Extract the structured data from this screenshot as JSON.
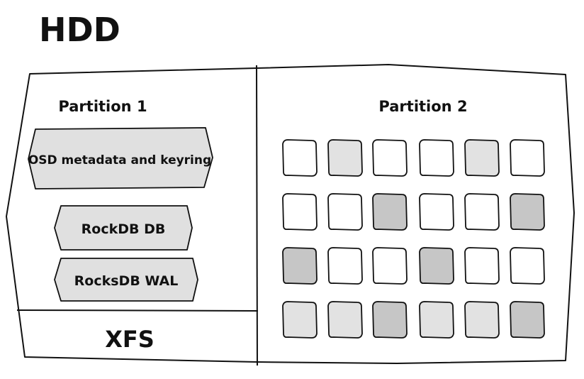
{
  "title": "HDD",
  "partition_1": {
    "label": "Partition 1",
    "blocks": [
      {
        "label": "OSD metadata and keyring"
      },
      {
        "label": "RockDB DB"
      },
      {
        "label": "RocksDB WAL"
      }
    ],
    "filesystem": "XFS"
  },
  "partition_2": {
    "label": "Partition 2",
    "grid": [
      [
        "empty",
        "light",
        "empty",
        "empty",
        "light",
        "empty"
      ],
      [
        "empty",
        "empty",
        "dark",
        "empty",
        "empty",
        "dark"
      ],
      [
        "dark",
        "empty",
        "empty",
        "dark",
        "empty",
        "empty"
      ],
      [
        "light",
        "light",
        "dark",
        "light",
        "light",
        "dark"
      ]
    ]
  },
  "colors": {
    "empty": "#ffffff",
    "light": "#e2e2e2",
    "dark": "#c6c6c6",
    "block_fill": "#e0e0e0",
    "outline": "#111111"
  }
}
